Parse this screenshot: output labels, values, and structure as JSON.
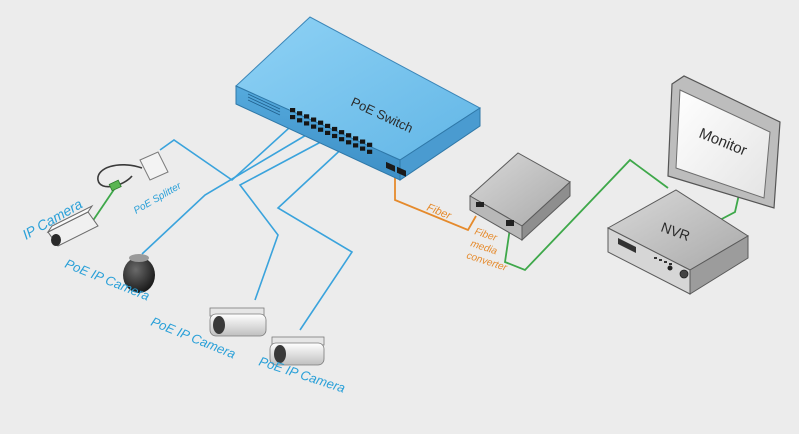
{
  "devices": {
    "switch": {
      "label": "PoE Switch"
    },
    "splitter": {
      "label": "PoE Splitter"
    },
    "ip_camera": {
      "label": "IP Camera"
    },
    "dome_camera": {
      "label": "PoE IP Camera"
    },
    "bullet_camera_1": {
      "label": "PoE IP Camera"
    },
    "bullet_camera_2": {
      "label": "PoE IP Camera"
    },
    "converter": {
      "label_line1": "Fiber",
      "label_line2": "media",
      "label_line3": "converter"
    },
    "nvr": {
      "label": "NVR"
    },
    "monitor": {
      "label": "Monitor"
    }
  },
  "links": {
    "fiber": {
      "label": "Fiber"
    }
  },
  "colors": {
    "switch_top": "#7ec8ef",
    "switch_front": "#5aaee0",
    "poe_cable": "#3aa3dc",
    "fiber_cable": "#e58a2c",
    "ethernet_cable": "#3ea84a",
    "label_blue": "#2aa0d8",
    "label_orange": "#e58a2c"
  }
}
